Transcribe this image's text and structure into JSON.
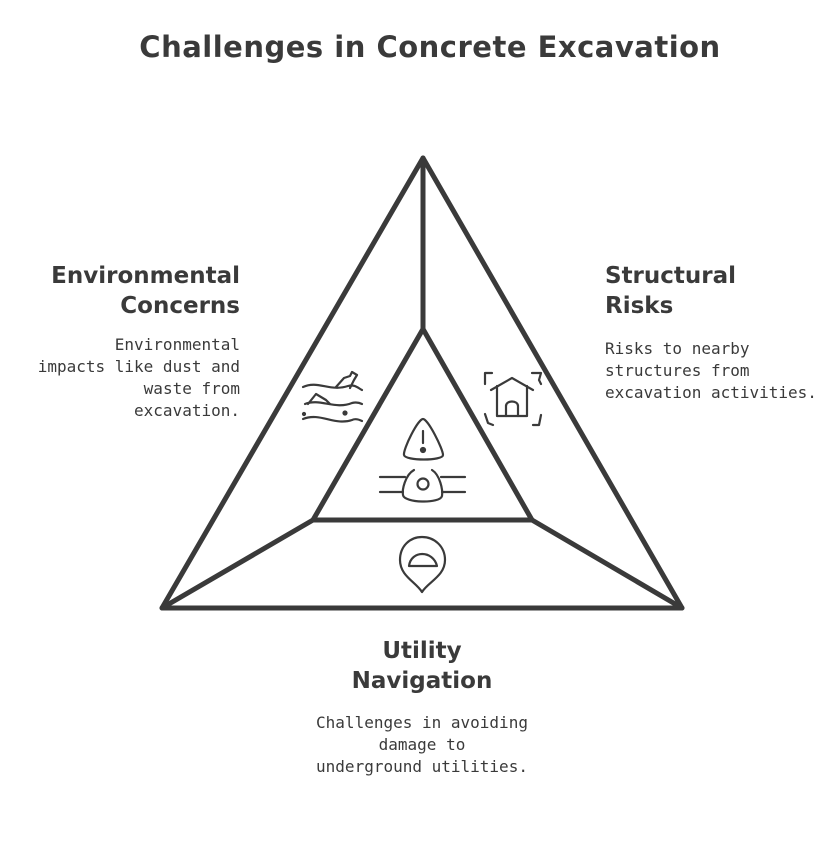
{
  "title": "Challenges in Concrete Excavation",
  "colors": {
    "stroke": "#3a3a3a",
    "background": "#ffffff"
  },
  "sections": {
    "environmental": {
      "heading": [
        "Environmental",
        "Concerns"
      ],
      "description": [
        "Environmental",
        "impacts like dust and",
        "waste from",
        "excavation."
      ],
      "icon": "polluted-water-icon"
    },
    "structural": {
      "heading": [
        "Structural",
        "Risks"
      ],
      "description": [
        "Risks to nearby",
        "structures from",
        "excavation activities."
      ],
      "icon": "house-focus-icon"
    },
    "utility": {
      "heading": [
        "Utility",
        "Navigation"
      ],
      "description": [
        "Challenges in avoiding",
        "damage to",
        "underground utilities."
      ],
      "icon": "location-pin-icon"
    },
    "center": {
      "icon": "warning-pipe-icon"
    }
  }
}
